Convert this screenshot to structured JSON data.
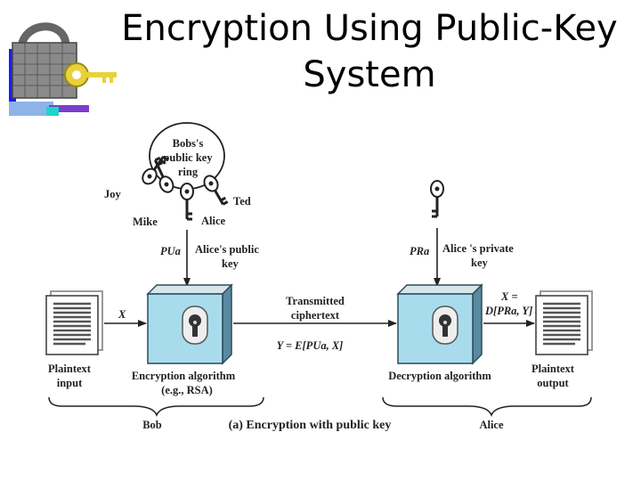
{
  "slide": {
    "title_line1": "Encryption Using Public-Key",
    "title_line2": "System"
  },
  "diagram": {
    "key_ring_label_1": "Bobs's",
    "key_ring_label_2": "public key",
    "key_ring_label_3": "ring",
    "key_names": {
      "joy": "Joy",
      "mike": "Mike",
      "alice": "Alice",
      "ted": "Ted"
    },
    "pu_symbol": "PUa",
    "pu_label_1": "Alice's public",
    "pu_label_2": "key",
    "pr_symbol": "PRa",
    "pr_label_1": "Alice 's private",
    "pr_label_2": "key",
    "x_symbol": "X",
    "transmitted_label_1": "Transmitted",
    "transmitted_label_2": "ciphertext",
    "cipher_formula": "Y = E[PUa, X]",
    "output_formula_1": "X =",
    "output_formula_2": "D[PRa, Y]",
    "plaintext_input_1": "Plaintext",
    "plaintext_input_2": "input",
    "plaintext_output_1": "Plaintext",
    "plaintext_output_2": "output",
    "encryption_label_1": "Encryption algorithm",
    "encryption_label_2": "(e.g., RSA)",
    "decryption_label": "Decryption algorithm",
    "bob_label": "Bob",
    "caption": "(a) Encryption with public key",
    "alice_label": "Alice"
  }
}
